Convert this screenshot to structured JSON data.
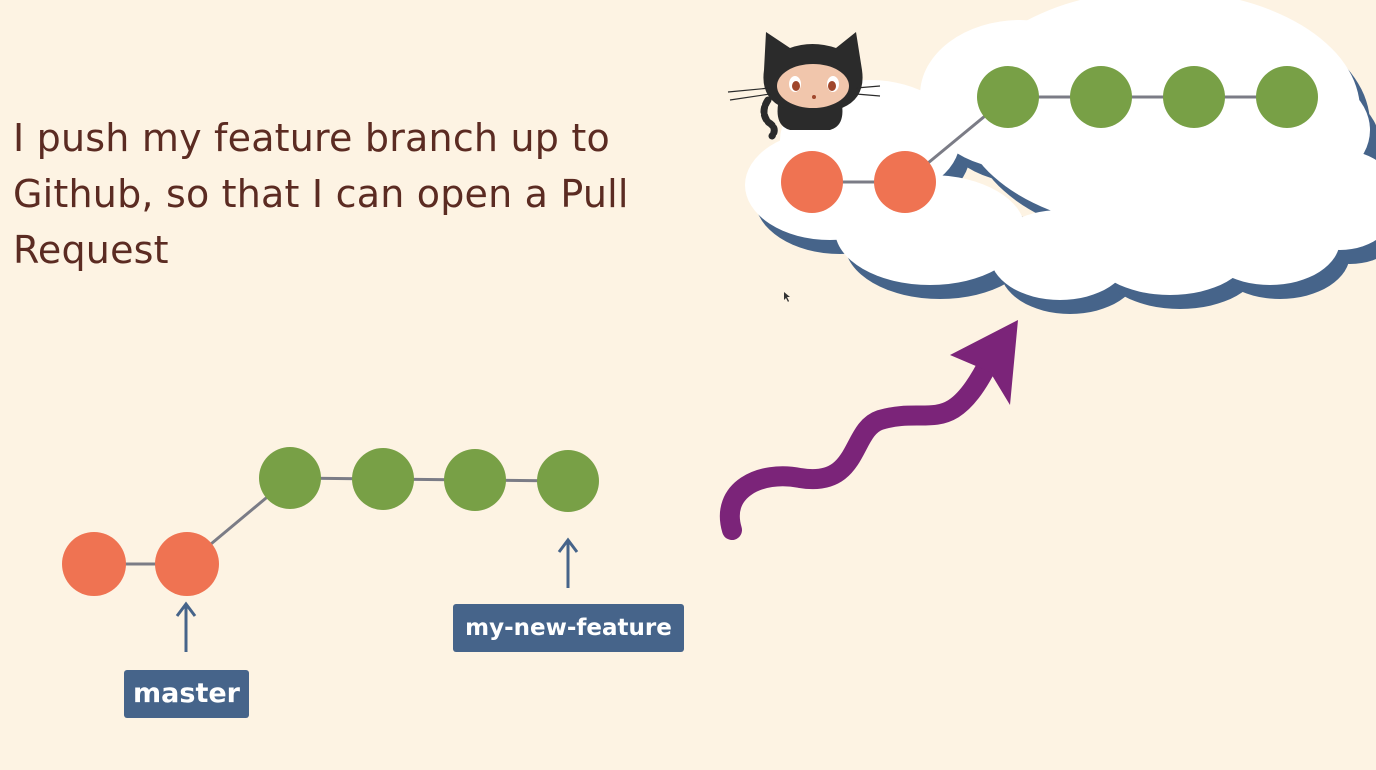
{
  "slide": {
    "headline": "I push my feature branch up to Github, so that I can open a Pull Request"
  },
  "branches": {
    "master_label": "master",
    "feature_label": "my-new-feature"
  },
  "local_repo": {
    "commits": [
      {
        "branch": "master"
      },
      {
        "branch": "master"
      },
      {
        "branch": "my-new-feature"
      },
      {
        "branch": "my-new-feature"
      },
      {
        "branch": "my-new-feature"
      },
      {
        "branch": "my-new-feature"
      }
    ]
  },
  "remote_repo": {
    "commits": [
      {
        "branch": "master"
      },
      {
        "branch": "master"
      },
      {
        "branch": "my-new-feature"
      },
      {
        "branch": "my-new-feature"
      },
      {
        "branch": "my-new-feature"
      },
      {
        "branch": "my-new-feature"
      }
    ]
  },
  "icons": {
    "remote": "octocat-icon",
    "push": "push-arrow-icon",
    "cloud": "cloud-icon"
  },
  "colors": {
    "background": "#fdf3e3",
    "text": "#5b2b22",
    "master_commit": "#ef7352",
    "feature_commit": "#78a046",
    "label_bg": "#46648a",
    "push_arrow": "#7b2479",
    "cloud_shadow": "#46648a"
  }
}
